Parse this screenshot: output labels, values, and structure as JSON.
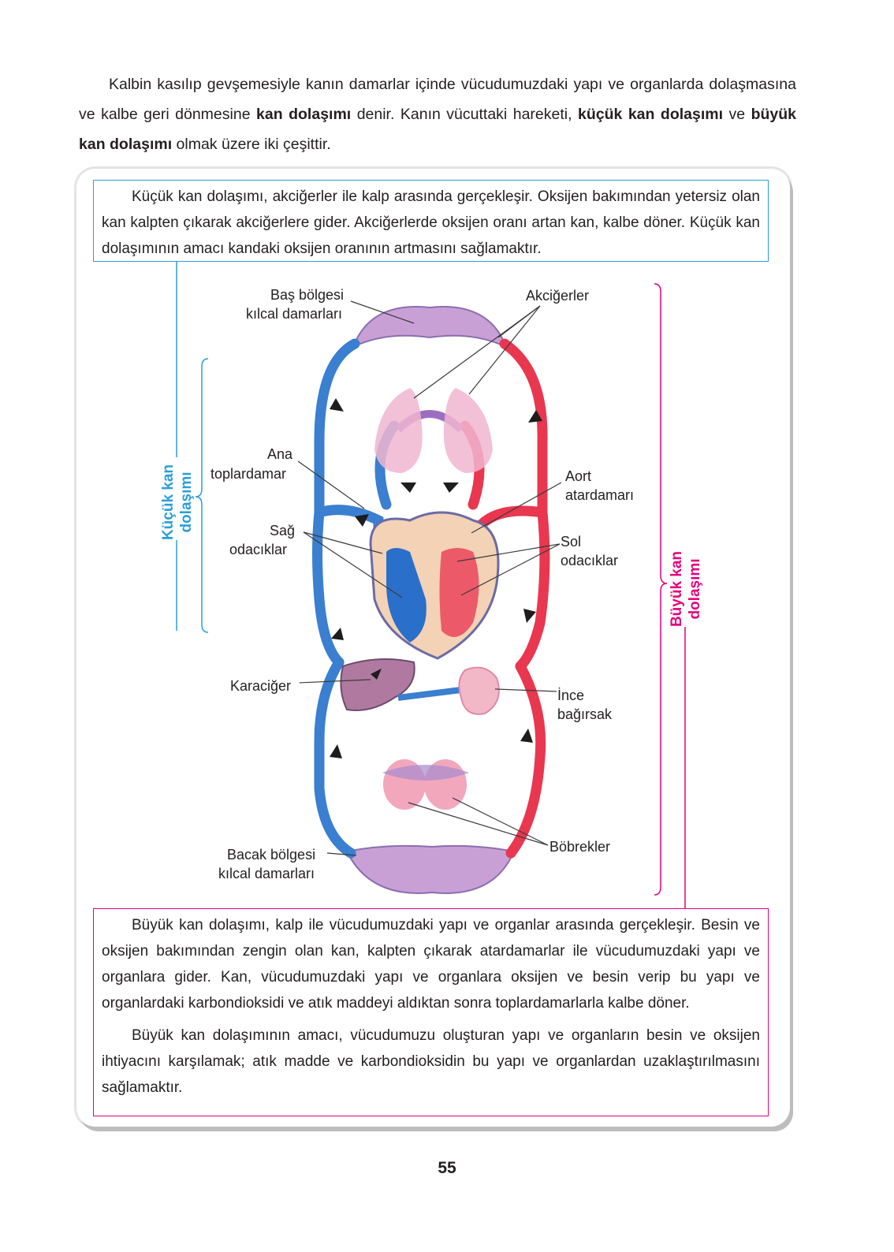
{
  "intro": {
    "p1": "Kalbin kasılıp gevşemesiyle kanın damarlar içinde vücudumuzdaki yapı ve organlarda dolaşmasına ve kalbe geri dönmesine ",
    "b1": "kan dolaşımı",
    "p2": " denir. Kanın vücuttaki hareketi, ",
    "b2": "küçük kan dolaşımı",
    "p3": " ve ",
    "b3": "büyük kan dolaşımı",
    "p4": " olmak üzere iki çeşittir."
  },
  "small_box": {
    "text": "Küçük kan dolaşımı, akciğerler ile kalp arasında gerçekleşir. Oksijen bakımından yetersiz olan kan kalpten çıkarak akciğerlere gider. Akciğerlerde oksijen oranı artan kan, kalbe döner. Küçük kan dolaşımının amacı kandaki oksijen oranının artmasını sağlamaktır."
  },
  "big_box": {
    "p1": "Büyük kan dolaşımı, kalp ile vücudumuzdaki yapı ve organlar arasında gerçekleşir. Besin ve oksijen bakımından zengin olan kan, kalpten çıkarak atardamarlar ile vücudumuzdaki yapı ve organlara gider. Kan, vücudumuzdaki yapı ve organlara oksijen ve besin verip bu yapı ve organlardaki karbondioksidi ve atık maddeyi aldıktan sonra toplardamarlarla kalbe döner.",
    "p2": "Büyük kan dolaşımının amacı, vücudumuzu oluşturan yapı ve organların besin ve oksijen ihtiyacını karşılamak; atık madde ve karbondioksidin bu yapı ve organlardan uzaklaştırılmasını sağlamaktır."
  },
  "diagram": {
    "labels": {
      "bas_1": "Baş bölgesi",
      "bas_2": "kılcal damarları",
      "akcigerler": "Akciğerler",
      "ana_1": "Ana",
      "ana_2": "toplardamar",
      "aort_1": "Aort",
      "aort_2": "atardamarı",
      "sag_1": "Sağ",
      "sag_2": "odacıklar",
      "sol_1": "Sol",
      "sol_2": "odacıklar",
      "karaciger": "Karaciğer",
      "ince_1": "İnce",
      "ince_2": "bağırsak",
      "bobrekler": "Böbrekler",
      "bacak_1": "Bacak bölgesi",
      "bacak_2": "kılcal damarları"
    },
    "side_small_1": "Küçük kan",
    "side_small_2": "dolaşımı",
    "side_big_1": "Büyük kan",
    "side_big_2": "dolaşımı",
    "colors": {
      "blue": "#2a9fd8",
      "magenta": "#e5007e",
      "vein": "#3a7fd0",
      "artery": "#e8374f"
    }
  },
  "page_number": "55"
}
